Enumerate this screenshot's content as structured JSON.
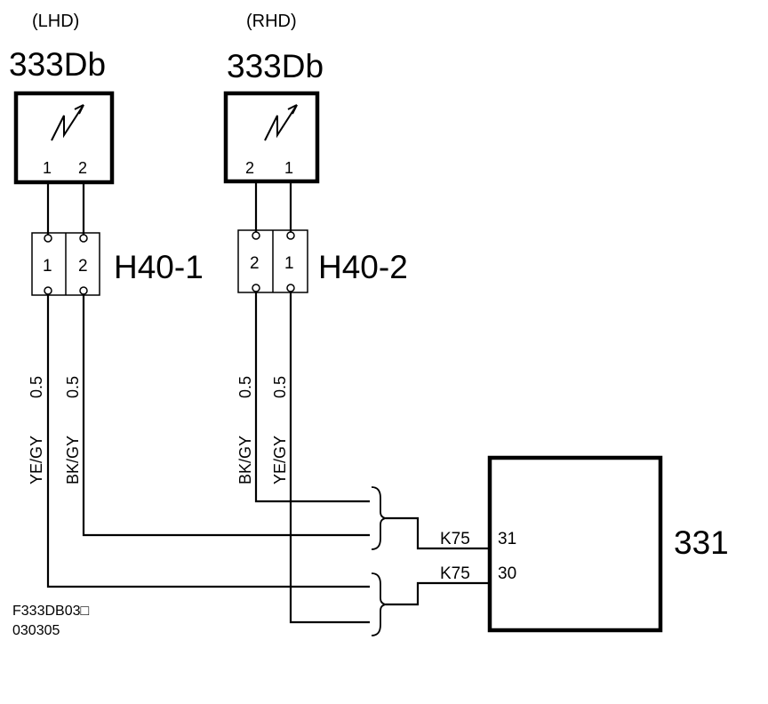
{
  "components": {
    "lhd": {
      "variant": "(LHD)",
      "name": "333Db",
      "pins": [
        "1",
        "2"
      ],
      "connector": {
        "name": "H40-1",
        "pins": [
          "1",
          "2"
        ]
      }
    },
    "rhd": {
      "variant": "(RHD)",
      "name": "333Db",
      "pins": [
        "2",
        "1"
      ],
      "connector": {
        "name": "H40-2",
        "pins": [
          "2",
          "1"
        ]
      }
    },
    "control_unit": {
      "name": "331",
      "pins": [
        {
          "connector": "K75",
          "pin": "31"
        },
        {
          "connector": "K75",
          "pin": "30"
        }
      ]
    }
  },
  "wires": {
    "lhd_pin1": {
      "color": "YE/GY",
      "size": "0.5"
    },
    "lhd_pin2": {
      "color": "BK/GY",
      "size": "0.5"
    },
    "rhd_pin2": {
      "color": "BK/GY",
      "size": "0.5"
    },
    "rhd_pin1": {
      "color": "YE/GY",
      "size": "0.5"
    }
  },
  "footer": {
    "figure_id": "F333DB03□",
    "date_code": "030305"
  }
}
